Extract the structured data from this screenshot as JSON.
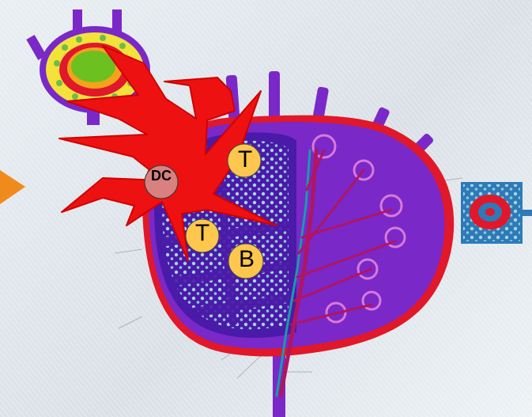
{
  "cells": {
    "dendritic_cell": "DC",
    "t_cell_1": "T",
    "t_cell_2": "T",
    "b_cell": "B"
  },
  "colors": {
    "capsule": "#7a28c8",
    "cortex_purple": "#5a20b0",
    "outer_rim": "#e0182a",
    "dendritic_cell": "#ee1111",
    "dc_nucleus": "#d98080",
    "lymphocyte": "#ffc74d",
    "arrow": "#f08a1c",
    "vessel": "#b01560"
  }
}
